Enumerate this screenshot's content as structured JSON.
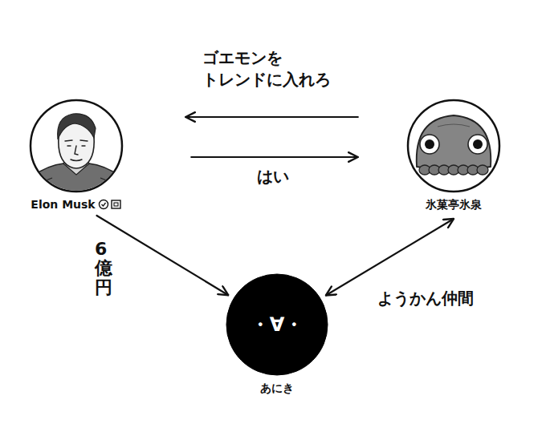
{
  "diagram": {
    "nodes": [
      {
        "text": [
          "Elon Musk"
        ]
      },
      {
        "text": [
          "氷菓亭氷泉"
        ]
      },
      {
        "text": [
          "・∀・",
          "あにき"
        ]
      }
    ],
    "edges": [
      {
        "from": 1,
        "to": 0,
        "arrow": "to",
        "label": "ゴエモンを トレンドに入れろ"
      },
      {
        "from": 0,
        "to": 1,
        "arrow": "to",
        "label": "はい"
      },
      {
        "from": 0,
        "to": 2,
        "arrow": "to",
        "label": "6億円"
      },
      {
        "from": 1,
        "to": 2,
        "arrow": "both",
        "label": "ようかん仲間"
      }
    ]
  }
}
